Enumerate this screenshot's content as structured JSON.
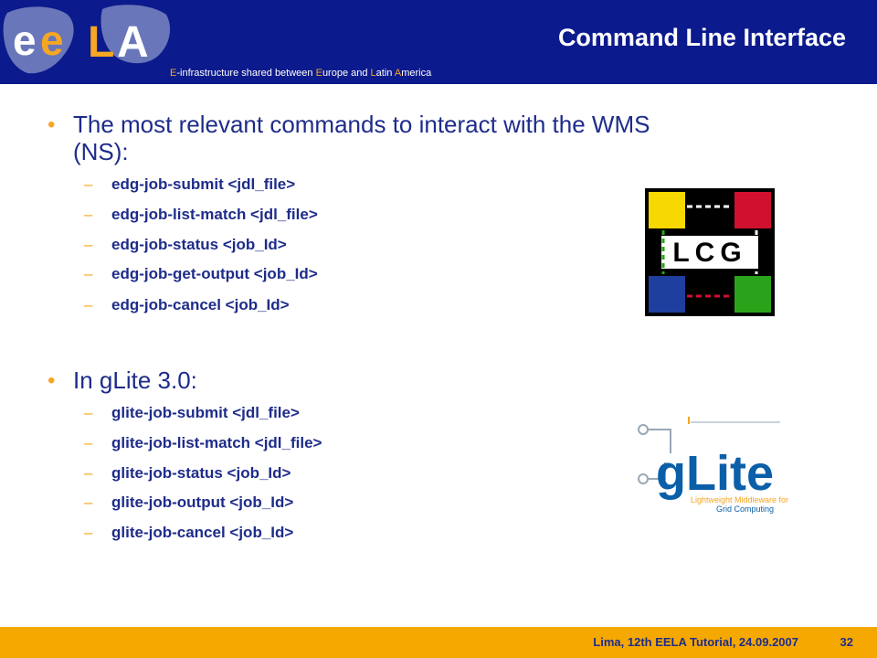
{
  "header": {
    "logo_text": "eeLA",
    "title": "Command Line Interface",
    "tagline": [
      {
        "t": "E",
        "hl": true
      },
      {
        "t": "-infrastructure shared between ",
        "hl": false
      },
      {
        "t": "E",
        "hl": true
      },
      {
        "t": "urope and ",
        "hl": false
      },
      {
        "t": "L",
        "hl": true
      },
      {
        "t": "atin ",
        "hl": false
      },
      {
        "t": "A",
        "hl": true
      },
      {
        "t": "merica",
        "hl": false
      }
    ]
  },
  "bullets": [
    {
      "lines": [
        "The most relevant commands to interact with the WMS",
        "(NS):"
      ],
      "items": [
        "edg-job-submit <jdl_file>",
        "edg-job-list-match <jdl_file>",
        "edg-job-status <job_Id>",
        "edg-job-get-output <job_Id>",
        "edg-job-cancel <job_Id>"
      ]
    },
    {
      "lines": [
        "In gLite 3.0:"
      ],
      "items": [
        "glite-job-submit <jdl_file>",
        "glite-job-list-match <jdl_file>",
        "glite-job-status <job_Id>",
        "glite-job-output <job_Id>",
        "glite-job-cancel <job_Id>"
      ]
    }
  ],
  "lcg_logo": {
    "text": "LCG",
    "colors": [
      "#f7d800",
      "#d0102e",
      "#1f3f9e",
      "#2aa31b"
    ]
  },
  "glite_logo": {
    "text": "gLite",
    "tagline1": "Lightweight Middleware for",
    "tagline2": "Grid Computing"
  },
  "footer": {
    "text": "Lima, 12th EELA Tutorial, 24.09.2007",
    "page_number": "32"
  },
  "colors": {
    "header_bg": "#0b1a8c",
    "footer_bg": "#f5a800",
    "accent": "#f5a623",
    "text": "#1e2c8a"
  }
}
